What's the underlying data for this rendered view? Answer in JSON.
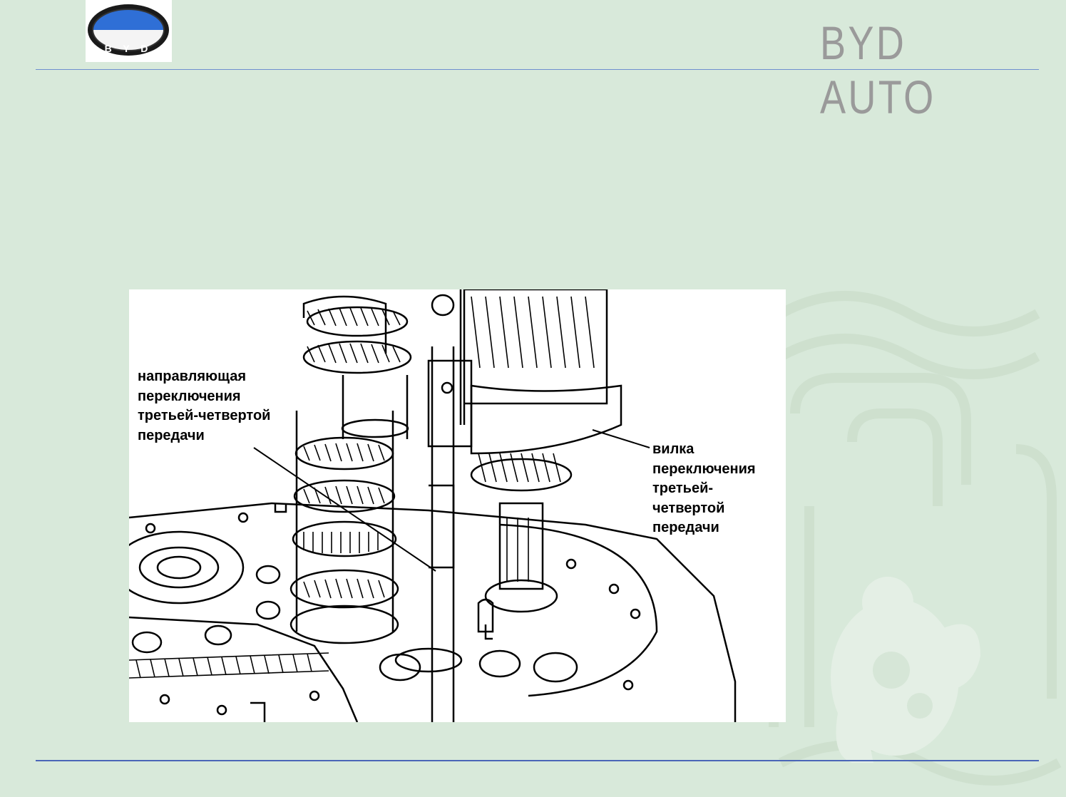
{
  "header": {
    "brand_text": "BYD AUTO",
    "logo_text": "BYD"
  },
  "figure": {
    "labels": {
      "left": "направляющая\nпереключения\nтретьей-четвертой\nпередачи",
      "right": "вилка\nпереключения\nтретьей-\nчетвертой\nпередачи"
    }
  },
  "colors": {
    "background": "#d8e9da",
    "rule": "#4a66b8",
    "brand": "#9a9a9a"
  }
}
